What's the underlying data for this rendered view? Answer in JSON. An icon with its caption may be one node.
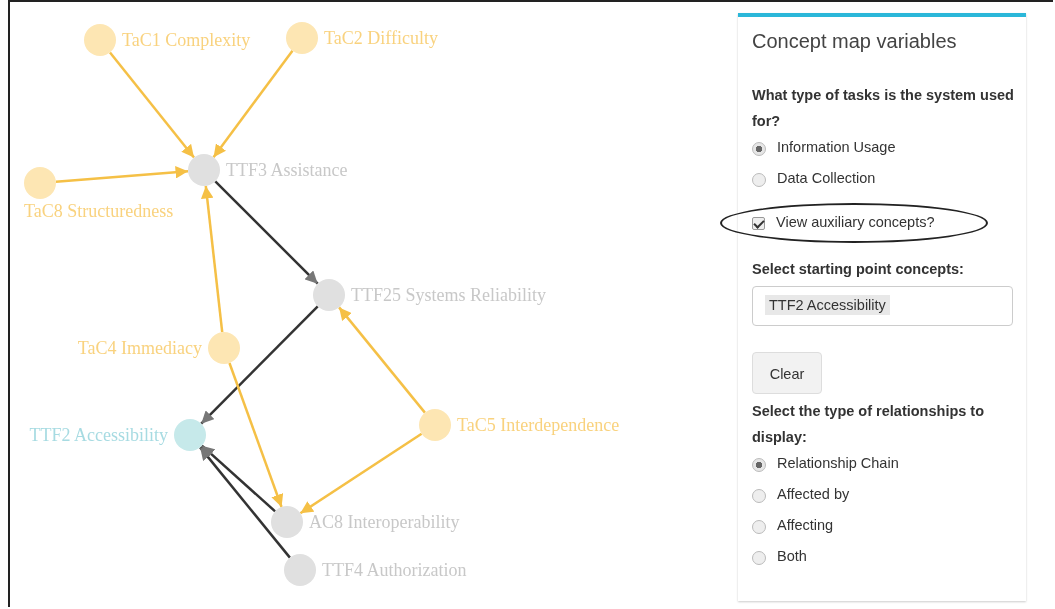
{
  "diagram": {
    "nodes": [
      {
        "text": [
          "TaC1 Complexity"
        ]
      },
      {
        "text": [
          "TaC2 Difficulty"
        ]
      },
      {
        "text": [
          "TaC8 Structuredness"
        ]
      },
      {
        "text": [
          "TTF3 Assistance"
        ]
      },
      {
        "text": [
          "TTF25 Systems Reliability"
        ]
      },
      {
        "text": [
          "TaC4 Immediacy"
        ]
      },
      {
        "text": [
          "TTF2 Accessibility"
        ]
      },
      {
        "text": [
          "TaC5 Interdependence"
        ]
      },
      {
        "text": [
          "AC8 Interoperability"
        ]
      },
      {
        "text": [
          "TTF4 Authorization"
        ]
      },
      {
        "text": [
          "View auxiliary concepts?"
        ]
      }
    ],
    "edges": [
      {
        "from": 0,
        "to": 3,
        "arrow": "to"
      },
      {
        "from": 1,
        "to": 3,
        "arrow": "to"
      },
      {
        "from": 2,
        "to": 3,
        "arrow": "to"
      },
      {
        "from": 5,
        "to": 3,
        "arrow": "to"
      },
      {
        "from": 3,
        "to": 4,
        "arrow": "to",
        "color": "#333333"
      },
      {
        "from": 4,
        "to": 6,
        "arrow": "to",
        "color": "#333333"
      },
      {
        "from": 7,
        "to": 4,
        "arrow": "to"
      },
      {
        "from": 5,
        "to": 8,
        "arrow": "to"
      },
      {
        "from": 7,
        "to": 8,
        "arrow": "to"
      },
      {
        "from": 8,
        "to": 6,
        "arrow": "to",
        "color": "#333333"
      },
      {
        "from": 9,
        "to": 6,
        "arrow": "to",
        "color": "#333333"
      }
    ],
    "labels": [
      "Concept map variables",
      "What type of tasks is the system used for?",
      "Information Usage",
      "Data Collection",
      "Select starting point concepts:",
      "TTF2 Accessibility",
      "Clear",
      "Select the type of relationships to display:",
      "Relationship Chain",
      "Affected by",
      "Affecting",
      "Both"
    ]
  }
}
